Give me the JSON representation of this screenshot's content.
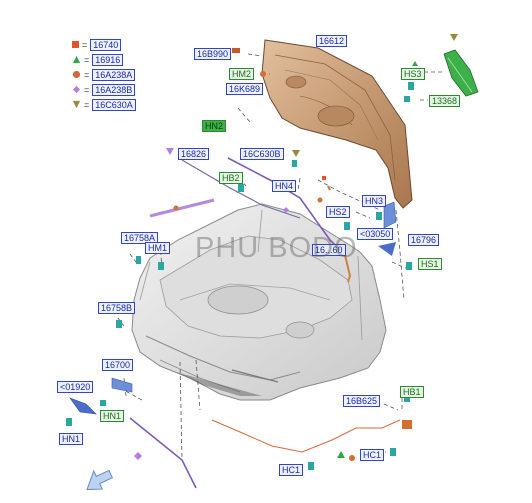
{
  "legend": [
    {
      "code": "16740",
      "icon": "square-icon",
      "color": "#e0552a"
    },
    {
      "code": "16916",
      "icon": "triangle-icon",
      "color": "#2fa84a"
    },
    {
      "code": "16A238A",
      "icon": "circle-icon",
      "color": "#d2693a"
    },
    {
      "code": "16A238B",
      "icon": "diamond-icon",
      "color": "#b37fe0"
    },
    {
      "code": "16C630A",
      "icon": "inverted-triangle-icon",
      "color": "#9a8a3a"
    }
  ],
  "callouts": {
    "c16612": "16612",
    "c16B990": "16B990",
    "hm2": "HM2",
    "c16K689": "16K689",
    "hn2": "HN2",
    "hs3": "HS3",
    "c13368": "13368",
    "c16826": "16826",
    "c16C630B": "16C630B",
    "hb2": "HB2",
    "hn4": "HN4",
    "hs2": "HS2",
    "hn3": "HN3",
    "c03050": "<03050",
    "c16796": "16796",
    "c16758A": "16758A",
    "hm1": "HM1",
    "c16758B": "16758B",
    "hs1": "HS1",
    "c16700": "16700",
    "c01920": "<01920",
    "hn1a": "HN1",
    "hn1b": "HN1",
    "hb1": "HB1",
    "c16B625": "16B625",
    "hc1a": "HC1",
    "hc1b": "HC1"
  },
  "partial_label": "16...60",
  "watermark": "PHU BODO"
}
